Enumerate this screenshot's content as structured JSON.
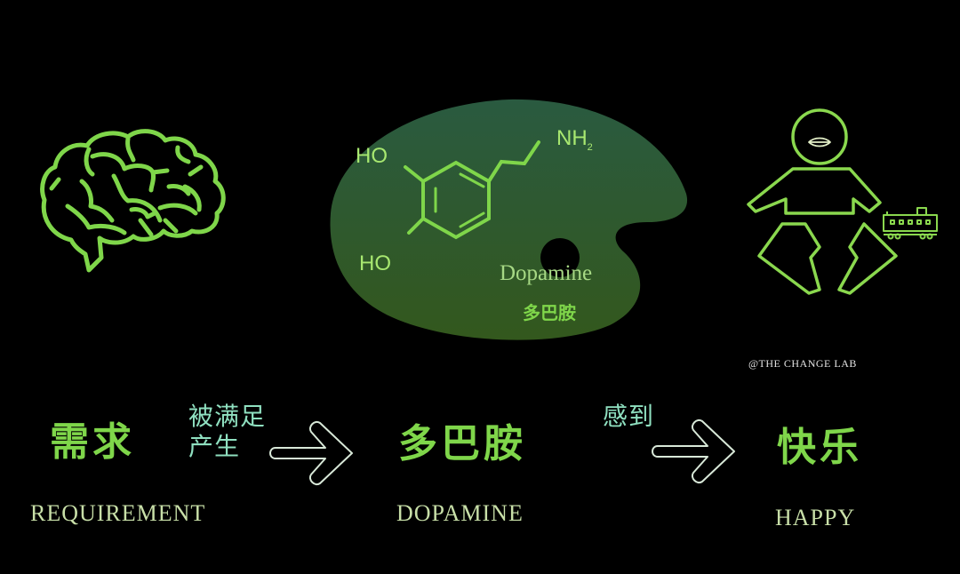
{
  "colors": {
    "background": "#000000",
    "accent_green": "#7fd64a",
    "palette_fill_top": "#2c5a3e",
    "palette_fill_bottom": "#2f5a1c",
    "arrow_stroke": "#d8e8d8",
    "mid_label": "#8fe0c0",
    "serif_label": "#c8dfa8"
  },
  "icons": {
    "brain": "brain-icon",
    "palette": "palette-icon",
    "molecule": "dopamine-molecule-icon",
    "baby": "baby-icon",
    "train": "toy-train-caboose-icon",
    "arrow": "arrow-right-icon"
  },
  "molecule": {
    "ho_top": "HO",
    "ho_bottom": "HO",
    "nh2": "NH",
    "nh2_sub": "2",
    "name_en": "Dopamine",
    "name_zh": "多巴胺"
  },
  "credit": "@THE CHANGE LAB",
  "flow": {
    "step1": {
      "zh": "需求",
      "en": "REQUIREMENT"
    },
    "transition1": {
      "line1": "被满足",
      "line2": "产生"
    },
    "step2": {
      "zh": "多巴胺",
      "en": "DOPAMINE"
    },
    "transition2": {
      "line1": "感到"
    },
    "step3": {
      "zh": "快乐",
      "en": "HAPPY"
    }
  }
}
